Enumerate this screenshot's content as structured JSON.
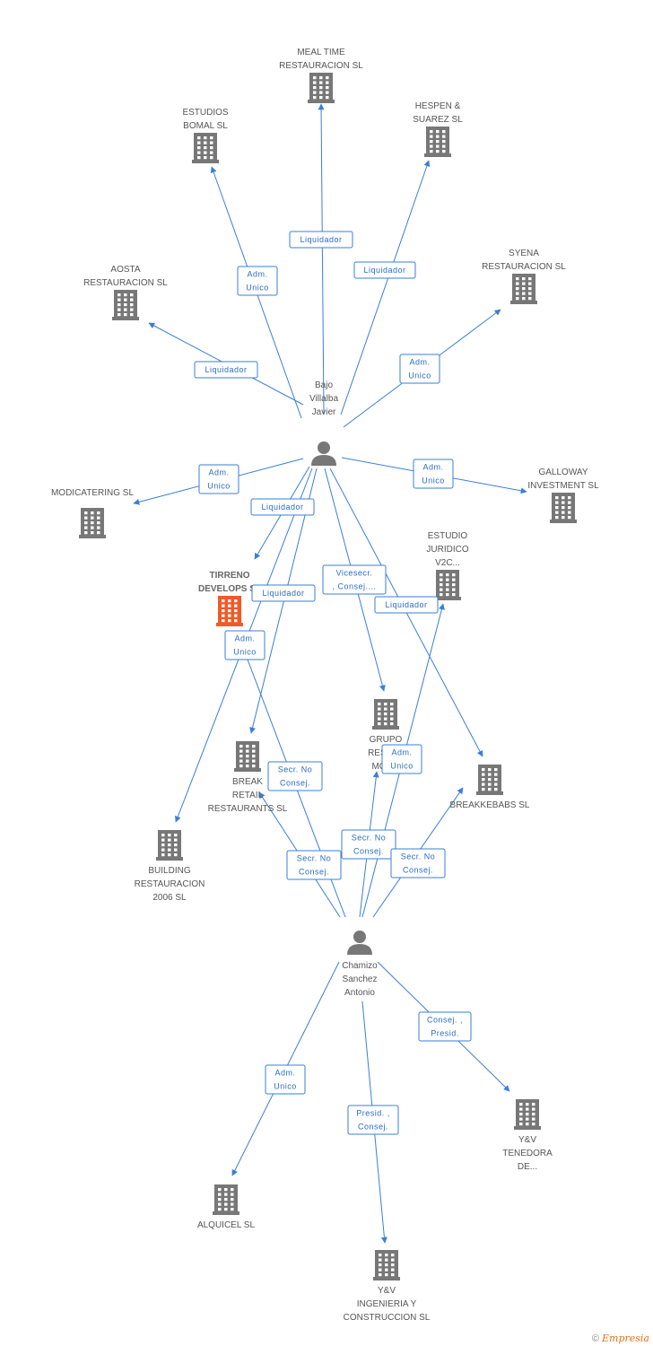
{
  "colors": {
    "accent": "#3a7fd5",
    "building": "#777777",
    "focus_building": "#f05a28",
    "text": "#555555"
  },
  "nodes": [
    {
      "id": "meal-time",
      "type": "company",
      "label": [
        "MEAL TIME",
        "RESTAURACION SL"
      ]
    },
    {
      "id": "estudios-bomal",
      "type": "company",
      "label": [
        "ESTUDIOS",
        "BOMAL SL"
      ]
    },
    {
      "id": "hespen-suarez",
      "type": "company",
      "label": [
        "HESPEN &",
        "SUAREZ SL"
      ]
    },
    {
      "id": "aosta",
      "type": "company",
      "label": [
        "AOSTA",
        "RESTAURACION SL"
      ]
    },
    {
      "id": "syena",
      "type": "company",
      "label": [
        "SYENA",
        "RESTAURACION SL"
      ]
    },
    {
      "id": "bajo-villalba",
      "type": "person",
      "label": [
        "Bajo",
        "Villalba",
        "Javier"
      ]
    },
    {
      "id": "modicatering",
      "type": "company",
      "label": [
        "MODICATERING SL"
      ]
    },
    {
      "id": "galloway",
      "type": "company",
      "label": [
        "GALLOWAY",
        "INVESTMENT SL"
      ]
    },
    {
      "id": "estudio-juridico",
      "type": "company",
      "label": [
        "ESTUDIO",
        "JURIDICO",
        "V2C..."
      ]
    },
    {
      "id": "tirreno",
      "type": "company",
      "focus": true,
      "label": [
        "TIRRENO",
        "DEVELOPS SL"
      ]
    },
    {
      "id": "grupo-restau",
      "type": "company",
      "label": [
        "GRUPO",
        "RESTAU",
        "MOME"
      ]
    },
    {
      "id": "break-retail",
      "type": "company",
      "label": [
        "BREAK",
        "RETAIL",
        "RESTAURANTS SL"
      ]
    },
    {
      "id": "breakkebabs",
      "type": "company",
      "label": [
        "BREAKKEBABS SL"
      ]
    },
    {
      "id": "building-restauracion",
      "type": "company",
      "label": [
        "BUILDING",
        "RESTAURACION",
        "2006 SL"
      ]
    },
    {
      "id": "chamizo",
      "type": "person",
      "label": [
        "Chamizo",
        "Sanchez",
        "Antonio"
      ]
    },
    {
      "id": "yv-tenedora",
      "type": "company",
      "label": [
        "Y&V",
        "TENEDORA",
        "DE..."
      ]
    },
    {
      "id": "alquicel",
      "type": "company",
      "label": [
        "ALQUICEL SL"
      ]
    },
    {
      "id": "yv-ingenieria",
      "type": "company",
      "label": [
        "Y&V",
        "INGENIERIA Y",
        "CONSTRUCCION SL"
      ]
    }
  ],
  "edges": [
    {
      "from": "bajo-villalba",
      "to": "meal-time",
      "label": [
        "Liquidador"
      ]
    },
    {
      "from": "bajo-villalba",
      "to": "estudios-bomal",
      "label": [
        "Adm.",
        "Unico"
      ]
    },
    {
      "from": "bajo-villalba",
      "to": "hespen-suarez",
      "label": [
        "Liquidador"
      ]
    },
    {
      "from": "bajo-villalba",
      "to": "aosta",
      "label": [
        "Liquidador"
      ]
    },
    {
      "from": "bajo-villalba",
      "to": "syena",
      "label": [
        "Adm.",
        "Unico"
      ]
    },
    {
      "from": "bajo-villalba",
      "to": "modicatering",
      "label": [
        "Adm.",
        "Unico"
      ]
    },
    {
      "from": "bajo-villalba",
      "to": "galloway",
      "label": [
        "Adm.",
        "Unico"
      ]
    },
    {
      "from": "bajo-villalba",
      "to": "tirreno",
      "label": [
        "Liquidador"
      ]
    },
    {
      "from": "bajo-villalba",
      "to": "break-retail",
      "label": [
        "Liquidador"
      ]
    },
    {
      "from": "bajo-villalba",
      "to": "building-restauracion",
      "label": [
        "Adm.",
        "Unico"
      ]
    },
    {
      "from": "bajo-villalba",
      "to": "grupo-restau",
      "label": [
        "Vicesecr.",
        ", Consej...."
      ]
    },
    {
      "from": "bajo-villalba",
      "to": "breakkebabs",
      "label": [
        "Liquidador"
      ]
    },
    {
      "from": "chamizo",
      "to": "tirreno",
      "label": [
        "Secr. No",
        "Consej."
      ]
    },
    {
      "from": "chamizo",
      "to": "break-retail",
      "label": [
        "Secr. No",
        "Consej."
      ]
    },
    {
      "from": "chamizo",
      "to": "grupo-restau",
      "label": [
        "Secr. No",
        "Consej."
      ]
    },
    {
      "from": "chamizo",
      "to": "estudio-juridico",
      "label": [
        "Adm.",
        "Unico"
      ]
    },
    {
      "from": "chamizo",
      "to": "breakkebabs",
      "label": [
        "Secr. No",
        "Consej."
      ]
    },
    {
      "from": "chamizo",
      "to": "yv-tenedora",
      "label": [
        "Consej. ,",
        "Presid."
      ]
    },
    {
      "from": "chamizo",
      "to": "alquicel",
      "label": [
        "Adm.",
        "Unico"
      ]
    },
    {
      "from": "chamizo",
      "to": "yv-ingenieria",
      "label": [
        "Presid. ,",
        "Consej."
      ]
    }
  ],
  "footer": {
    "copyright": "©",
    "brand": "Empresia"
  }
}
